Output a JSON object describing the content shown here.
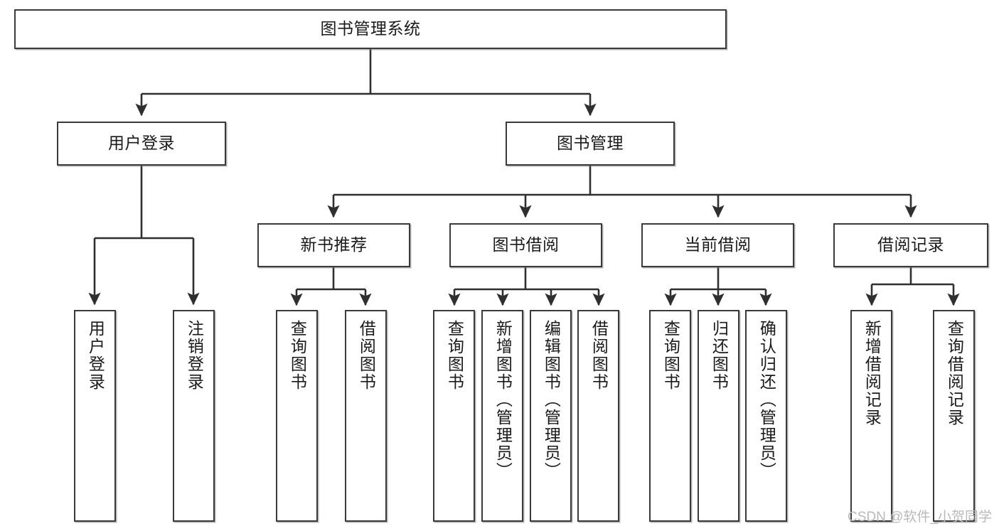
{
  "diagram": {
    "title": "图书管理系统",
    "type": "tree-hierarchy-chart",
    "watermark": "CSDN @软件_小贺同学",
    "colors": {
      "node_border": "#3a3a3a",
      "node_fill": "#ffffff",
      "edge": "#2f2f2f",
      "text": "#1a1a1a",
      "watermark": "#b9b9b9"
    },
    "nodes": {
      "root": {
        "label": "图书管理系统"
      },
      "level2": [
        {
          "id": "user-login",
          "label": "用户登录"
        },
        {
          "id": "book-management",
          "label": "图书管理"
        }
      ],
      "level3": [
        {
          "id": "new-book-recommend",
          "label": "新书推荐"
        },
        {
          "id": "book-borrow",
          "label": "图书借阅"
        },
        {
          "id": "current-borrow",
          "label": "当前借阅"
        },
        {
          "id": "borrow-record",
          "label": "借阅记录"
        }
      ],
      "leaves": {
        "user-login": [
          {
            "id": "leaf-user-login",
            "label": "用户登录"
          },
          {
            "id": "leaf-logout",
            "label": "注销登录"
          }
        ],
        "new-book-recommend": [
          {
            "id": "leaf-query-book-1",
            "label": "查询图书"
          },
          {
            "id": "leaf-borrow-book-1",
            "label": "借阅图书"
          }
        ],
        "book-borrow": [
          {
            "id": "leaf-query-book-2",
            "label": "查询图书"
          },
          {
            "id": "leaf-add-book",
            "label": "新增图书（管理员）"
          },
          {
            "id": "leaf-edit-book",
            "label": "编辑图书（管理员）"
          },
          {
            "id": "leaf-borrow-book-2",
            "label": "借阅图书"
          }
        ],
        "current-borrow": [
          {
            "id": "leaf-query-book-3",
            "label": "查询图书"
          },
          {
            "id": "leaf-return-book",
            "label": "归还图书"
          },
          {
            "id": "leaf-confirm-return",
            "label": "确认归还（管理员）"
          }
        ],
        "borrow-record": [
          {
            "id": "leaf-add-record",
            "label": "新增借阅记录"
          },
          {
            "id": "leaf-query-record",
            "label": "查询借阅记录"
          }
        ]
      }
    }
  }
}
